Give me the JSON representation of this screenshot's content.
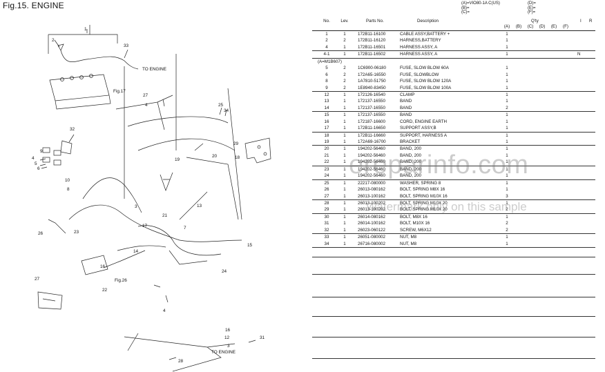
{
  "figure": {
    "title": "Fig.15.  ENGINE"
  },
  "legend": {
    "left": [
      "(A)=VIO80-1A C(US)",
      "(B)=",
      "(C)="
    ],
    "right": [
      "(D)=",
      "(E)=",
      "(F)="
    ]
  },
  "table": {
    "headers": {
      "no": "No.",
      "lev": "Lev.",
      "parts_no": "Parts No.",
      "description": "Description",
      "qty": "Q'ty",
      "i": "I",
      "r": "R"
    },
    "qty_cols": [
      "(A)",
      "(B)",
      "(C)",
      "(D)",
      "(E)",
      "(F)"
    ],
    "rows": [
      {
        "no": "1",
        "lev": "1",
        "pn": "172B11-16100",
        "desc": "CABLE ASSY,BATTERY +",
        "qa": "1"
      },
      {
        "no": "2",
        "lev": "2",
        "pn": "172B11-16120",
        "desc": "HARNESS,BATTERY",
        "qa": "1"
      },
      {
        "no": "4",
        "lev": "1",
        "pn": "172B11-16501",
        "desc": "HARNESS ASSY, A",
        "qa": "1"
      },
      {
        "no": "4-1",
        "lev": "1",
        "pn": "172B11-16502",
        "desc": "HARNESS ASSY, A",
        "qa": "1",
        "note": "N"
      },
      {
        "no": "",
        "lev": "",
        "pn": "",
        "desc": "",
        "qa": "",
        "sub": "(A=M1B607)"
      },
      {
        "no": "5",
        "lev": "2",
        "pn": "1C6900-06180",
        "desc": "FUSE, SLOW BLOW 60A",
        "qa": "1"
      },
      {
        "no": "6",
        "lev": "2",
        "pn": "172A65-16550",
        "desc": "FUSE, SLOWBLOW",
        "qa": "1"
      },
      {
        "no": "8",
        "lev": "2",
        "pn": "1A7810-51750",
        "desc": "FUSE, SLOW BLOW 120A",
        "qa": "1"
      },
      {
        "no": "9",
        "lev": "2",
        "pn": "1E8940-83450",
        "desc": "FUSE, SLOW BLOW 100A",
        "qa": "1"
      },
      {
        "no": "12",
        "lev": "1",
        "pn": "172126-16540",
        "desc": "CLAMP",
        "qa": "1"
      },
      {
        "no": "13",
        "lev": "1",
        "pn": "172137-16550",
        "desc": "BAND",
        "qa": "1"
      },
      {
        "no": "14",
        "lev": "1",
        "pn": "172137-16550",
        "desc": "BAND",
        "qa": "2"
      },
      {
        "no": "15",
        "lev": "1",
        "pn": "172137-16550",
        "desc": "BAND",
        "qa": "1"
      },
      {
        "no": "16",
        "lev": "1",
        "pn": "172187-16600",
        "desc": "CORD, ENGINE EARTH",
        "qa": "1"
      },
      {
        "no": "17",
        "lev": "1",
        "pn": "172B11-16650",
        "desc": "SUPPORT ASSY,B",
        "qa": "1"
      },
      {
        "no": "18",
        "lev": "1",
        "pn": "172B11-16660",
        "desc": "SUPPORT, HARNESS A",
        "qa": "1"
      },
      {
        "no": "19",
        "lev": "1",
        "pn": "172A69-16700",
        "desc": "BRACKET",
        "qa": "1"
      },
      {
        "no": "20",
        "lev": "1",
        "pn": "194202-56460",
        "desc": "BAND, 200",
        "qa": "1"
      },
      {
        "no": "21",
        "lev": "1",
        "pn": "194202-56460",
        "desc": "BAND, 200",
        "qa": "1"
      },
      {
        "no": "22",
        "lev": "1",
        "pn": "194202-56460",
        "desc": "BAND, 200",
        "qa": "1"
      },
      {
        "no": "23",
        "lev": "1",
        "pn": "194202-56460",
        "desc": "BAND, 200",
        "qa": "1"
      },
      {
        "no": "24",
        "lev": "1",
        "pn": "194202-56460",
        "desc": "BAND, 200",
        "qa": "1"
      },
      {
        "no": "25",
        "lev": "1",
        "pn": "22217-080000",
        "desc": "WASHER, SPRING  8",
        "qa": "1"
      },
      {
        "no": "26",
        "lev": "1",
        "pn": "26013-080162",
        "desc": "BOLT, SPRING M8X 16",
        "qa": "1"
      },
      {
        "no": "27",
        "lev": "1",
        "pn": "26013-100162",
        "desc": "BOLT, SPRING M10X 16",
        "qa": "3"
      },
      {
        "no": "28",
        "lev": "1",
        "pn": "26013-100202",
        "desc": "BOLT, SPRING M10X 20",
        "qa": "1"
      },
      {
        "no": "29",
        "lev": "1",
        "pn": "26013-100202",
        "desc": "BOLT, SPRING M10X 20",
        "qa": "2"
      },
      {
        "no": "30",
        "lev": "1",
        "pn": "26014-080162",
        "desc": "BOLT, M8X 16",
        "qa": "1"
      },
      {
        "no": "31",
        "lev": "1",
        "pn": "26014-100162",
        "desc": "BOLT, M10X 16",
        "qa": "2"
      },
      {
        "no": "32",
        "lev": "1",
        "pn": "26023-060122",
        "desc": "SCREW, M6X12",
        "qa": "2"
      },
      {
        "no": "33",
        "lev": "1",
        "pn": "26051-080002",
        "desc": "NUT, M8",
        "qa": "1"
      },
      {
        "no": "34",
        "lev": "1",
        "pn": "26716-080002",
        "desc": "NUT, M8",
        "qa": "1"
      }
    ]
  },
  "diagram_labels": {
    "to_engine_top": "TO ENGINE",
    "to_engine_bottom": "TO ENGINE",
    "fig17": "Fig.17",
    "fig26": "Fig.26",
    "callouts": [
      "1",
      "2",
      "33",
      "27",
      "4",
      "25",
      "34",
      "32",
      "9",
      "4",
      "5",
      "6",
      "29",
      "18",
      "10",
      "8",
      "20",
      "19",
      "13",
      "3",
      "26",
      "23",
      "7",
      "21",
      "14",
      "15",
      "24",
      "22",
      "16",
      "17",
      "4",
      "27",
      "28",
      "16",
      "31",
      "12",
      "3"
    ]
  },
  "watermark": {
    "main": "ereparinfo.com",
    "sub": "Watermark only on this sample"
  }
}
